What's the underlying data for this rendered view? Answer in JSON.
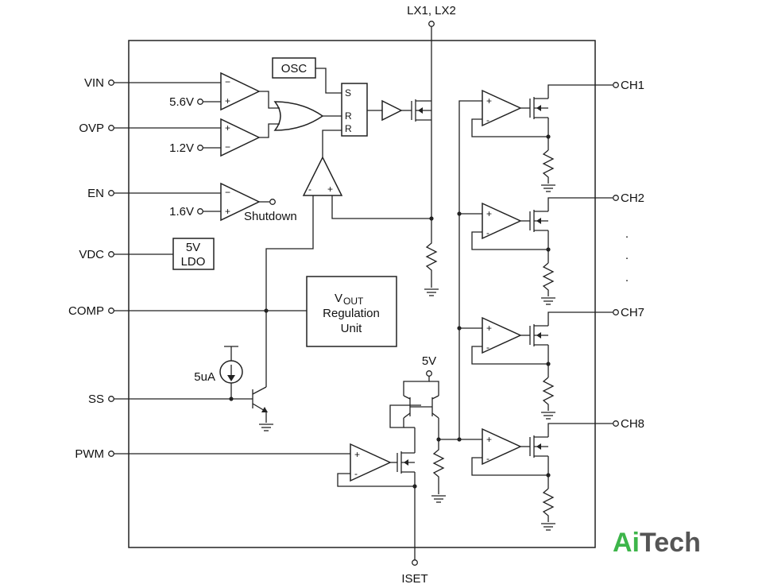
{
  "pins_left": {
    "vin": "VIN",
    "ovp": "OVP",
    "en": "EN",
    "vdc": "VDC",
    "comp": "COMP",
    "ss": "SS",
    "pwm": "PWM"
  },
  "pins_top": {
    "lx": "LX1, LX2"
  },
  "pins_bottom": {
    "iset": "ISET"
  },
  "pins_right": {
    "ch1": "CH1",
    "ch2": "CH2",
    "ch7": "CH7",
    "ch8": "CH8"
  },
  "references": {
    "v56": "5.6V",
    "v12": "1.2V",
    "v16": "1.6V",
    "v5": "5V",
    "i5u": "5uA"
  },
  "blocks": {
    "osc": "OSC",
    "latch_s": "S",
    "latch_r1": "R",
    "latch_r2": "R",
    "ldo_line1": "5V",
    "ldo_line2": "LDO",
    "vreg_main": "V",
    "vreg_sub": "OUT",
    "vreg_line2": "Regulation",
    "vreg_line3": "Unit",
    "shutdown": "Shutdown"
  },
  "comparator_signs": {
    "plus": "+",
    "minus": "−",
    "minus_ascii": "-"
  },
  "ellipsis": "·",
  "logo": {
    "part1": "Ai",
    "part2": "Tech",
    "color_green": "#3db54a",
    "color_gray": "#555555"
  }
}
